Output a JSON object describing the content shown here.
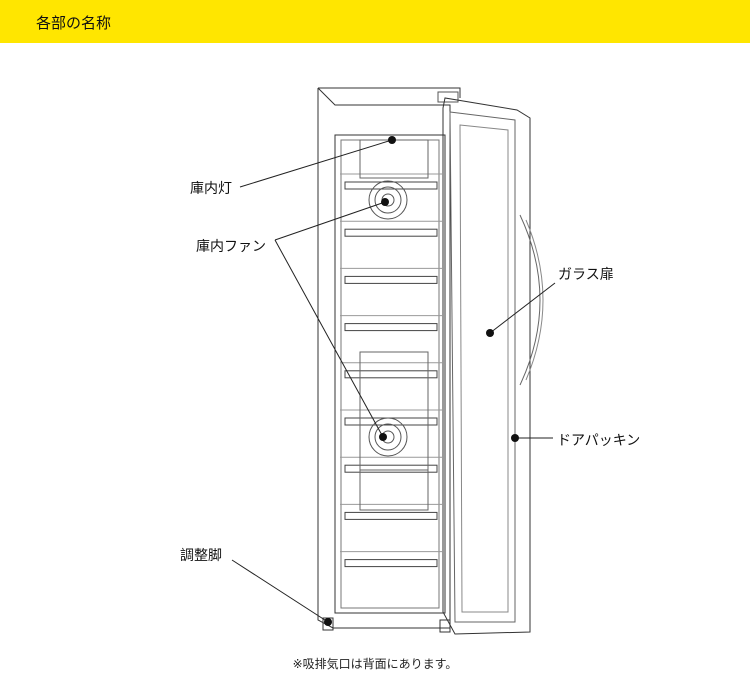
{
  "header": {
    "title": "各部の名称",
    "color": "#FFE600"
  },
  "labels": {
    "interior_light": "庫内灯",
    "interior_fan": "庫内ファン",
    "glass_door": "ガラス扉",
    "door_gasket": "ドアパッキン",
    "adjustable_feet": "調整脚"
  },
  "note": "※吸排気口は背面にあります。"
}
